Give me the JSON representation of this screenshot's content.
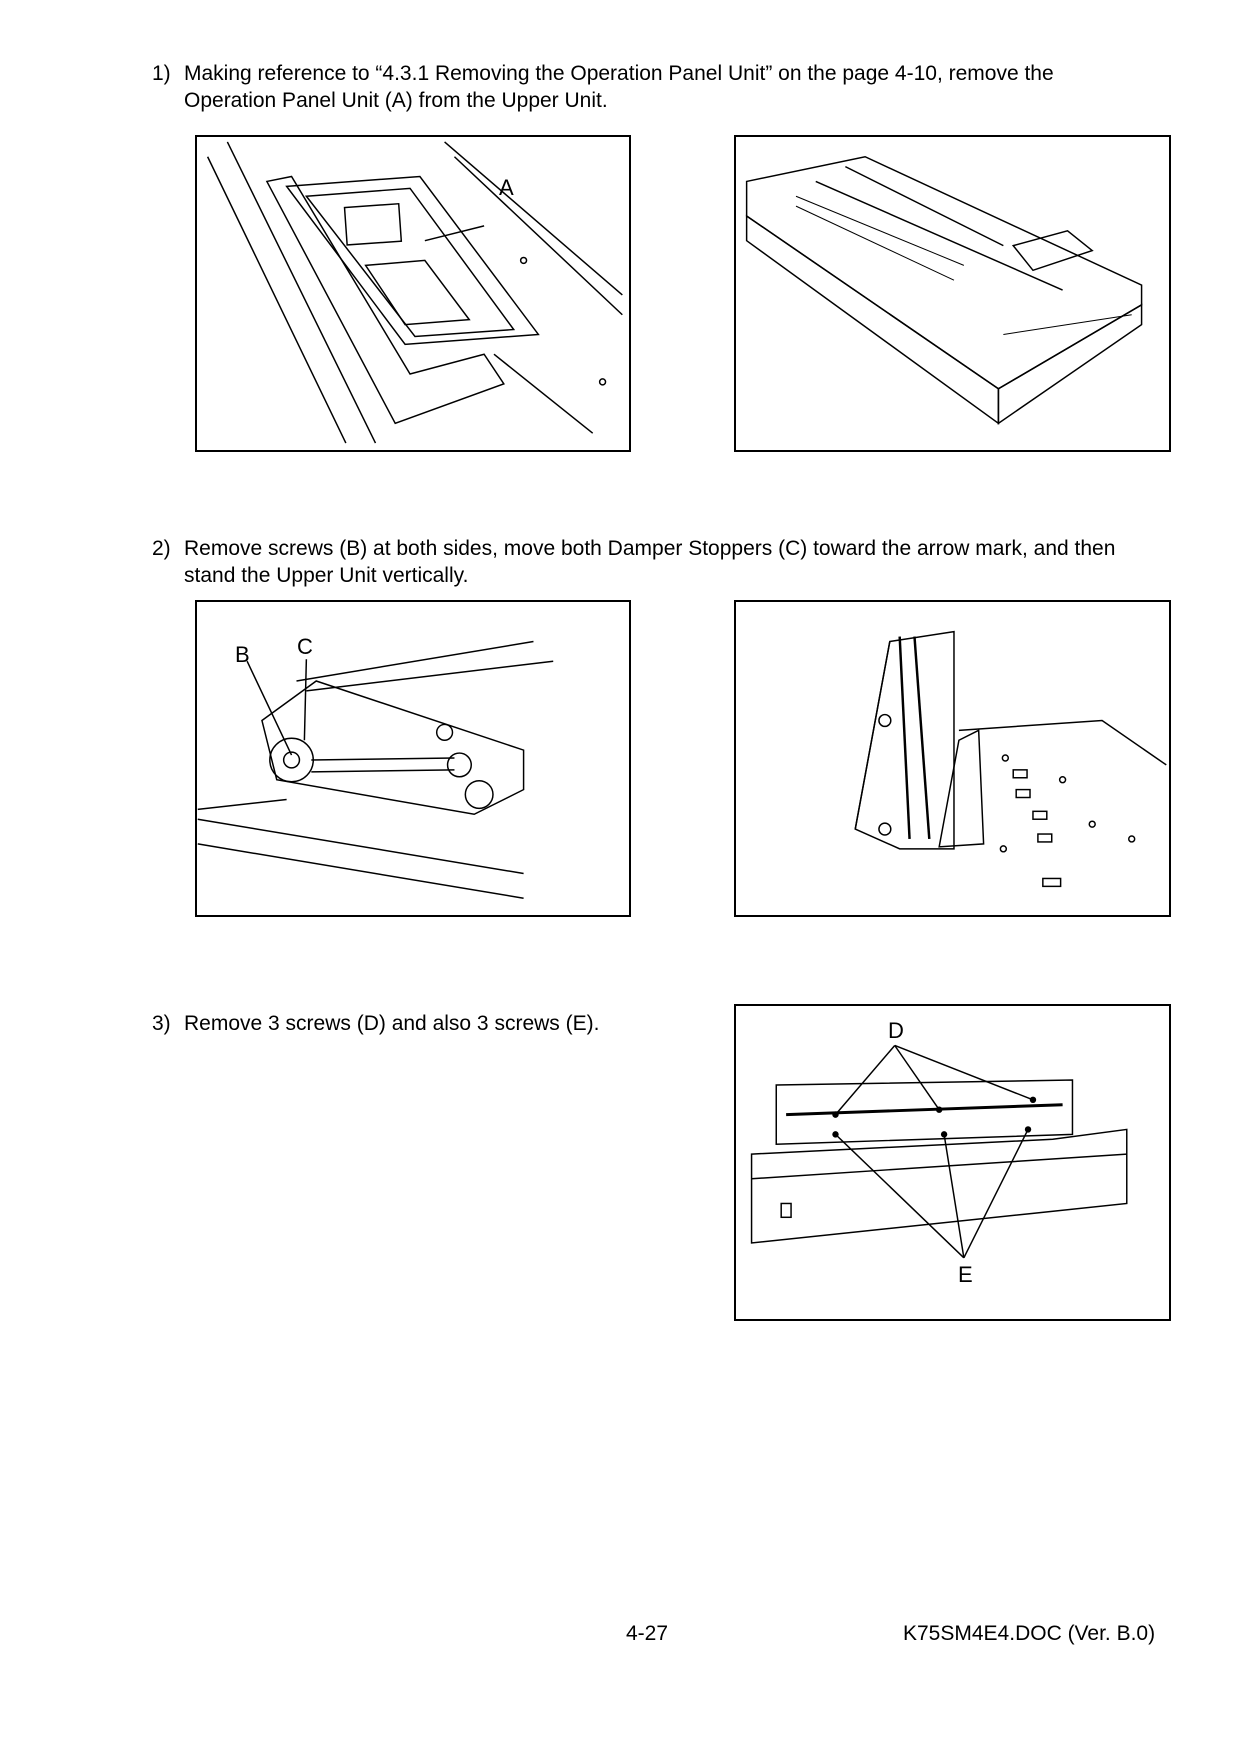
{
  "steps": [
    {
      "number": "1)",
      "text": "Making reference to “4.3.1  Removing the Operation Panel Unit” on the page 4-10, remove the Operation Panel Unit (A) from the Upper Unit."
    },
    {
      "number": "2)",
      "text": "Remove screws (B) at both sides, move both Damper Stoppers (C) toward the arrow mark, and then stand the Upper Unit vertically."
    },
    {
      "number": "3)",
      "text": "Remove 3 screws (D) and also 3 screws (E)."
    }
  ],
  "callouts": {
    "a": "A",
    "b": "B",
    "c": "C",
    "d": "D",
    "e": "E"
  },
  "footer": {
    "page_number": "4-27",
    "doc_ref": "K75SM4E4.DOC (Ver. B.0)"
  }
}
